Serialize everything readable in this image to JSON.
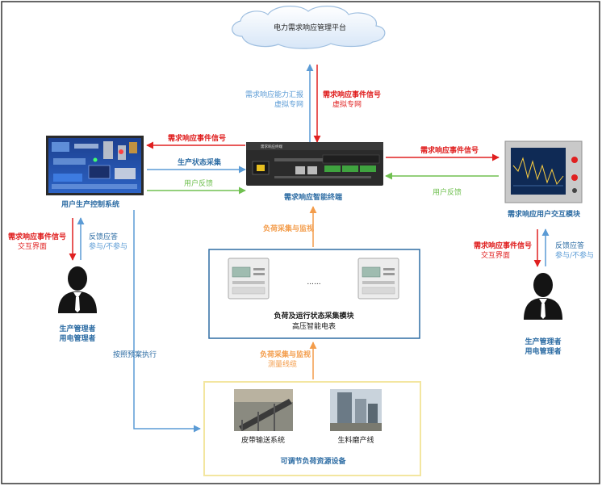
{
  "colors": {
    "red": "#e02020",
    "blue": "#5b9bd5",
    "green": "#70c050",
    "orange": "#f39c4a",
    "dark": "#1a1a1a",
    "frame": "#2e6da4",
    "yellow_frame": "#f3e6a0"
  },
  "cloud": {
    "title": "电力需求响应管理平台"
  },
  "top_links": {
    "left_title": "需求响应能力汇报",
    "left_sub": "虚拟专网",
    "right_title": "需求响应事件信号",
    "right_sub": "虚拟专网"
  },
  "control_system": {
    "label": "用户生产控制系统",
    "arrow_event": "需求响应事件信号",
    "arrow_status": "生产状态采集",
    "arrow_feedback": "用户反馈",
    "execute_plan": "按照预案执行"
  },
  "terminal": {
    "label": "需求响应智能终端",
    "device_caption": "需求响应终端"
  },
  "interaction_module": {
    "label": "需求响应用户交互模块",
    "arrow_event": "需求响应事件信号",
    "arrow_feedback": "用户反馈"
  },
  "left_manager": {
    "event_title": "需求响应事件信号",
    "event_sub": "交互界面",
    "feedback_title": "反馈应答",
    "feedback_sub": "参与/不参与",
    "role1": "生产管理者",
    "role2": "用电管理者"
  },
  "right_manager": {
    "event_title": "需求响应事件信号",
    "event_sub": "交互界面",
    "feedback_title": "反馈应答",
    "feedback_sub": "参与/不参与",
    "role1": "生产管理者",
    "role2": "用电管理者"
  },
  "collection_module": {
    "arrow_up": "负荷采集与监视",
    "dots": "......",
    "title": "负荷及运行状态采集模块",
    "subtitle": "高压智能电表"
  },
  "resources": {
    "arrow_title": "负荷采集与监视",
    "arrow_sub": "测量线缆",
    "item1": "皮带输送系统",
    "item2": "生料磨产线",
    "title": "可调节负荷资源设备"
  }
}
